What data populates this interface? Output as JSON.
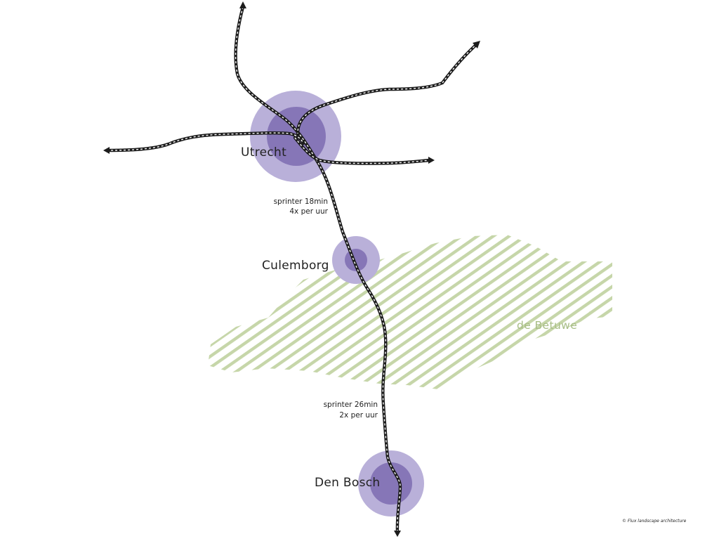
{
  "colors": {
    "halo_outer": "#b9b0d9",
    "halo_inner": "#8676b7",
    "hatch": "#c6d6a9",
    "region_text": "#a7bd85",
    "rail": "#1c1c1c"
  },
  "icons": {
    "rail_line": "railway-track-icon",
    "arrow": "arrow-head-icon"
  },
  "cities": {
    "utrecht": "Utrecht",
    "culemborg": "Culemborg",
    "den_bosch": "Den Bosch"
  },
  "region": {
    "name": "de Betuwe"
  },
  "routes": {
    "north": {
      "line1": "sprinter 18min",
      "line2": "4x per uur"
    },
    "south": {
      "line1": "sprinter 26min",
      "line2": "2x per uur"
    }
  },
  "credit": "© Flux landscape architecture"
}
